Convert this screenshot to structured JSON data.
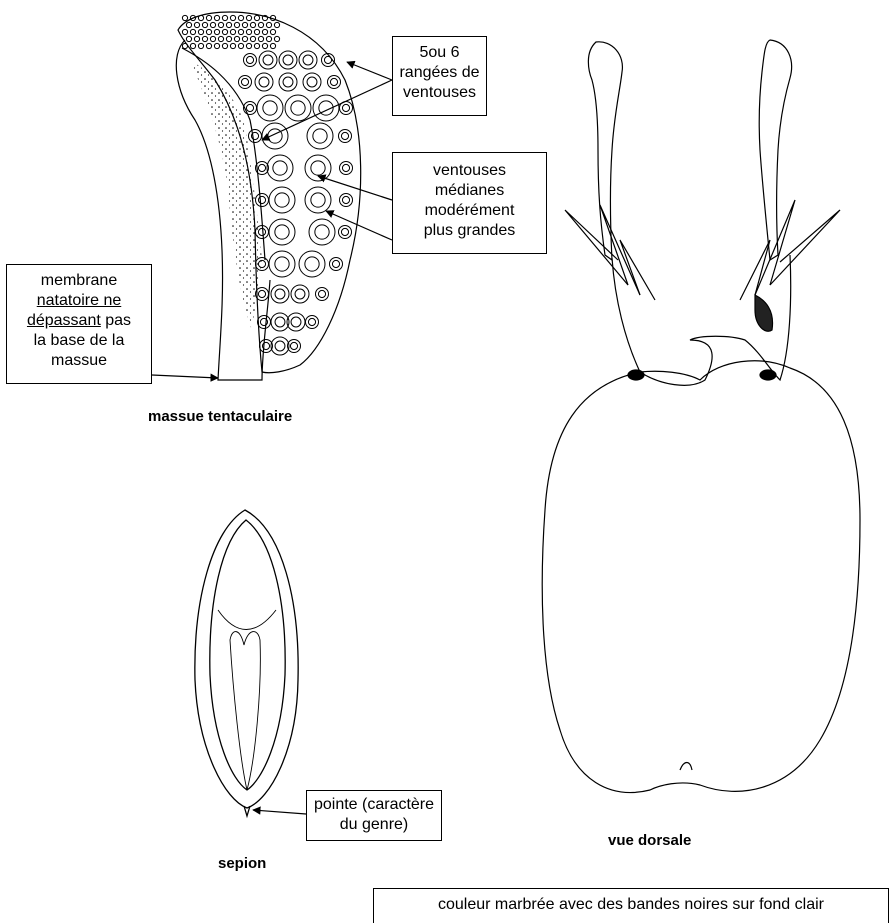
{
  "labels": {
    "suckers_rows": [
      "5ou 6",
      "rangées de",
      "ventouses"
    ],
    "median_suckers": [
      "ventouses",
      "médianes",
      "modérément",
      "plus grandes"
    ],
    "membrane": {
      "line1": "membrane",
      "line2": "natatoire ne",
      "line3_underlined": "dépassant",
      "line3_rest": " pas",
      "line4": "la base de la",
      "line5": "massue"
    },
    "tip": [
      "pointe (caractère",
      "du genre)"
    ],
    "color": "couleur marbrée avec des bandes noires sur fond clair"
  },
  "captions": {
    "club": "massue tentaculaire",
    "dorsal": "vue dorsale",
    "cuttlebone": "sepion"
  },
  "colors": {
    "ink": "#000000",
    "paper": "#ffffff"
  }
}
